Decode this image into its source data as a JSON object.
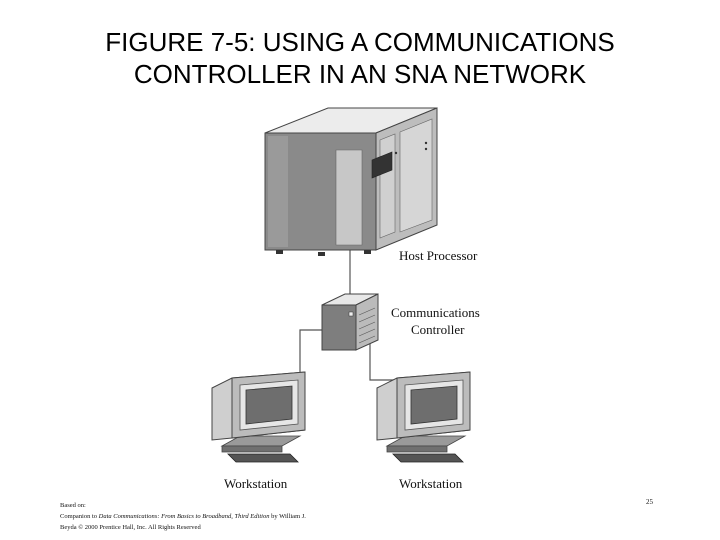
{
  "title": {
    "line1": "FIGURE 7-5: USING A COMMUNICATIONS",
    "line2": "CONTROLLER IN AN SNA NETWORK"
  },
  "labels": {
    "host": "Host Processor",
    "controller_line1": "Communications",
    "controller_line2": "Controller",
    "workstation_left": "Workstation",
    "workstation_right": "Workstation"
  },
  "footer": {
    "line1": "Based on:",
    "line2_prefix": "Companion to ",
    "line2_title": "Data Communications: From Basics to Broadband, Third Edition",
    "line2_suffix": " by William J.",
    "line3": "Beyda © 2000 Prentice Hall, Inc. All Rights Reserved"
  },
  "page_number": "25"
}
